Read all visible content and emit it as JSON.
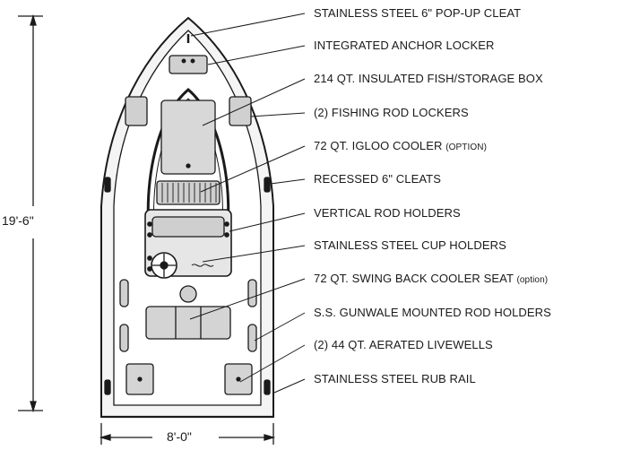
{
  "callouts": [
    {
      "text": "STAINLESS STEEL 6\"  POP-UP CLEAT",
      "note": ""
    },
    {
      "text": "INTEGRATED ANCHOR LOCKER",
      "note": ""
    },
    {
      "text": "214 QT.  INSULATED FISH/STORAGE BOX",
      "note": ""
    },
    {
      "text": "(2) FISHING ROD LOCKERS",
      "note": ""
    },
    {
      "text": "72 QT.  IGLOO COOLER ",
      "note": "(OPTION)"
    },
    {
      "text": "RECESSED 6\" CLEATS",
      "note": ""
    },
    {
      "text": "VERTICAL ROD HOLDERS",
      "note": ""
    },
    {
      "text": "STAINLESS STEEL CUP HOLDERS",
      "note": ""
    },
    {
      "text": "72 QT.  SWING BACK COOLER SEAT ",
      "note": "(option)"
    },
    {
      "text": "S.S. GUNWALE MOUNTED ROD HOLDERS",
      "note": ""
    },
    {
      "text": "(2) 44 QT.  AERATED LIVEWELLS",
      "note": ""
    },
    {
      "text": "STAINLESS STEEL RUB RAIL",
      "note": ""
    }
  ],
  "dimensions": {
    "length": "19'-6\"",
    "beam": "8'-0\""
  },
  "colors": {
    "ink": "#1a1a1a",
    "fill": "#dcdcdc",
    "background": "#ffffff"
  }
}
